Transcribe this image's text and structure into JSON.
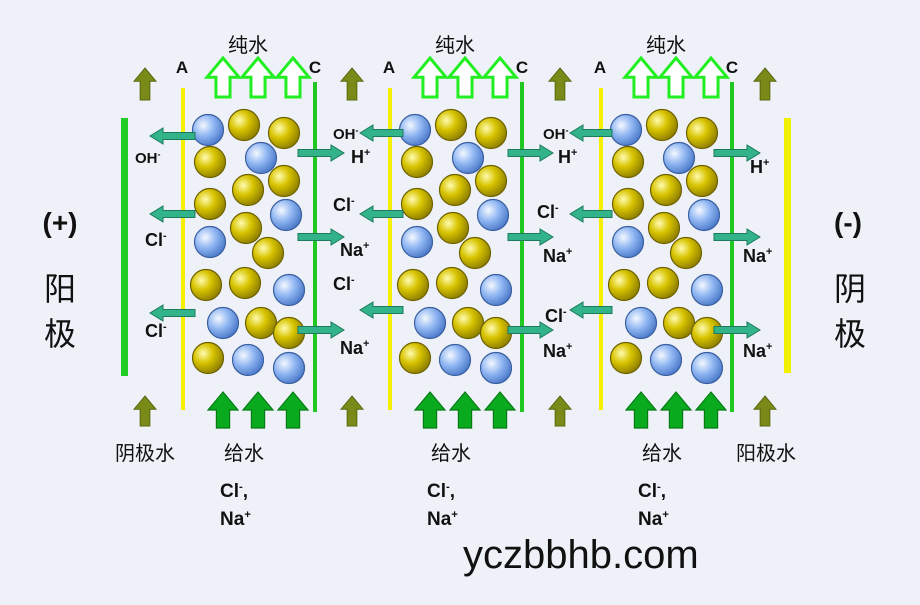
{
  "electrodes": {
    "anode_sign": "(+)",
    "anode_label_1": "阳",
    "anode_label_2": "极",
    "cathode_sign": "(-)",
    "cathode_label_1": "阴",
    "cathode_label_2": "极"
  },
  "membrane_labels": {
    "anion": "A",
    "cation": "C"
  },
  "streams": {
    "product": "纯水",
    "feed": "给水",
    "cathode_water": "阴极水",
    "anode_water": "阳极水",
    "feed_ions_line1": "Cl-,",
    "feed_ions_line2": "Na+"
  },
  "ions": {
    "hydroxide": "OH-",
    "hydrogen": "H+",
    "chloride": "Cl-",
    "sodium": "Na+"
  },
  "colors": {
    "background": "#eef2f8",
    "anode_bar": "#22cc22",
    "cathode_bar": "#f0f000",
    "anion_membrane": "#f5f000",
    "cation_membrane": "#22c822",
    "resin_yellow": "#c8b400",
    "resin_blue": "#6e9fe8",
    "ion_arrow": "#33b38a",
    "feed_arrow": "#0aaa1e",
    "product_arrow": "#22ee22",
    "electrode_water_arrow": "#7a8a18"
  },
  "watermark": "yczbbhb.com"
}
